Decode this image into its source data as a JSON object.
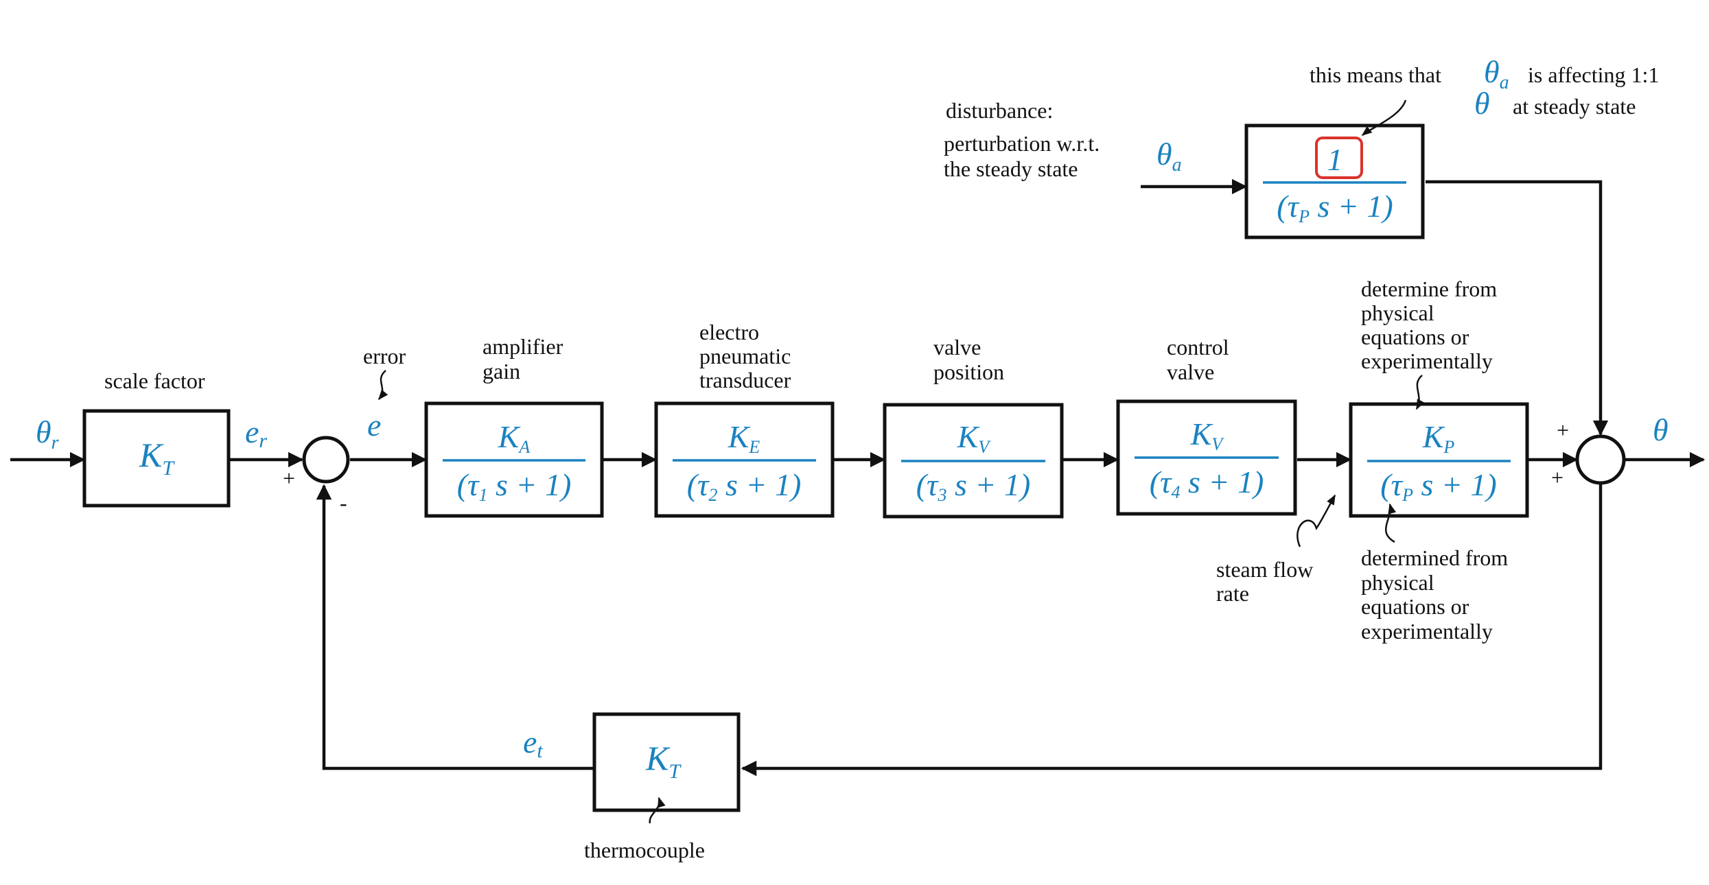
{
  "colors": {
    "accent": "#1a82c0",
    "line": "#111111",
    "highlight": "#d9332a"
  },
  "symbols": {
    "theta_r": "θ",
    "theta_r_sub": "r",
    "e_r": "e",
    "e_r_sub": "r",
    "e": "e",
    "theta": "θ",
    "theta_a": "θ",
    "theta_a_sub": "a",
    "e_t": "e",
    "e_t_sub": "t"
  },
  "signs": {
    "sum1_plus": "+",
    "sum1_minus": "-",
    "sum2_plus_top": "+",
    "sum2_plus_bottom": "+"
  },
  "blocks": {
    "scale": {
      "num": "K",
      "num_sub": "T"
    },
    "amplifier": {
      "num": "K",
      "num_sub": "A",
      "den_pre": "(τ",
      "den_sub": "1",
      "den_post": " s + 1)"
    },
    "transducer": {
      "num": "K",
      "num_sub": "E",
      "den_pre": "(τ",
      "den_sub": "2",
      "den_post": " s + 1)"
    },
    "valve_position": {
      "num": "K",
      "num_sub": "V",
      "den_pre": "(τ",
      "den_sub": "3",
      "den_post": " s + 1)"
    },
    "control_valve": {
      "num": "K",
      "num_sub": "V",
      "den_pre": "(τ",
      "den_sub": "4",
      "den_post": " s + 1)"
    },
    "process": {
      "num": "K",
      "num_sub": "P",
      "den_pre": "(τ",
      "den_sub": "P",
      "den_post": " s + 1)"
    },
    "disturbance": {
      "num": "1",
      "den_pre": "(τ",
      "den_sub": "P",
      "den_post": " s + 1)"
    },
    "thermocouple": {
      "num": "K",
      "num_sub": "T"
    }
  },
  "labels": {
    "scale_factor": "scale factor",
    "error": "error",
    "amplifier": [
      "amplifier",
      "gain"
    ],
    "transducer": [
      "electro",
      "pneumatic",
      "transducer"
    ],
    "valve_position": [
      "valve",
      "position"
    ],
    "control_valve": [
      "control",
      "valve"
    ],
    "determine": [
      "determine from",
      "physical",
      "equations or",
      "experimentally"
    ],
    "determined": [
      "determined from",
      "physical",
      "equations or",
      "experimentally"
    ],
    "steam_flow": [
      "steam flow",
      "rate"
    ],
    "thermocouple": "thermocouple",
    "disturbance": [
      "disturbance:",
      "perturbation w.r.t.",
      "the steady state"
    ],
    "note": {
      "l1_pre": "this means that",
      "l1_post": "is affecting 1:1",
      "l2_post": "at steady state"
    }
  }
}
